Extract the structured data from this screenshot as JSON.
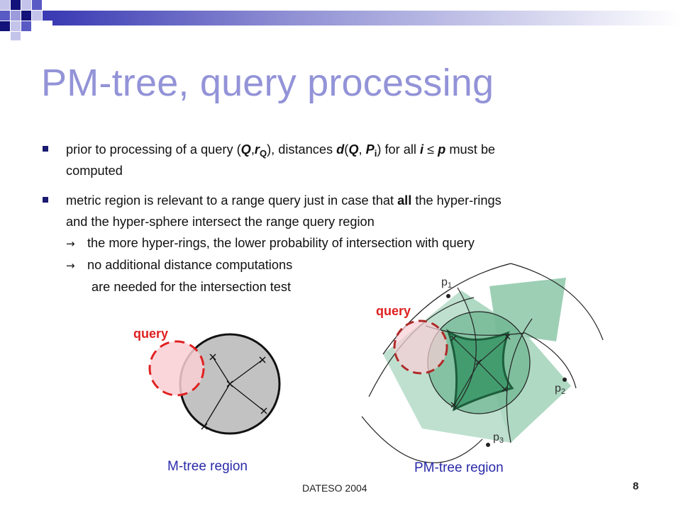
{
  "slide": {
    "title": "PM-tree, query processing",
    "bullets": [
      {
        "t1": "prior to processing of a query (",
        "q": "Q",
        "comma": ",",
        "r": "r",
        "rsub": "Q",
        "t2": "), distances ",
        "d": "d",
        "t3": "(",
        "q2": "Q",
        "t4": ", ",
        "p": "P",
        "psub": "i",
        "t5": ") for all ",
        "i": "i",
        "t6": " ≤ ",
        "pp": "p",
        "t7": " must be",
        "line2": "computed"
      },
      {
        "line1a": "metric region is relevant to a range query just in case that ",
        "line1b": "all",
        "line1c": " the hyper-rings",
        "line2": "and the hyper-sphere intersect the range query region",
        "arrow1": "the more hyper-rings, the lower probability of intersection with query"
      }
    ],
    "arrow2": {
      "line1": "no additional distance computations",
      "line2": "are needed for the intersection test"
    }
  },
  "figure": {
    "mtree_query_label": "query",
    "pmtree_query_label": "query",
    "mtree_caption": "M-tree region",
    "pmtree_caption": "PM-tree region",
    "pivots": [
      {
        "name": "p",
        "sub": "1"
      },
      {
        "name": "p",
        "sub": "2"
      },
      {
        "name": "p",
        "sub": "3"
      }
    ],
    "colors": {
      "query": "#e02020",
      "query_fill": "#f9cfd5",
      "region_fill": "#c0c0c0",
      "ring_fill": "#3f9a6c",
      "title": "#9393d8"
    }
  },
  "footer": {
    "left": "DATESO 2004",
    "page": "8"
  }
}
